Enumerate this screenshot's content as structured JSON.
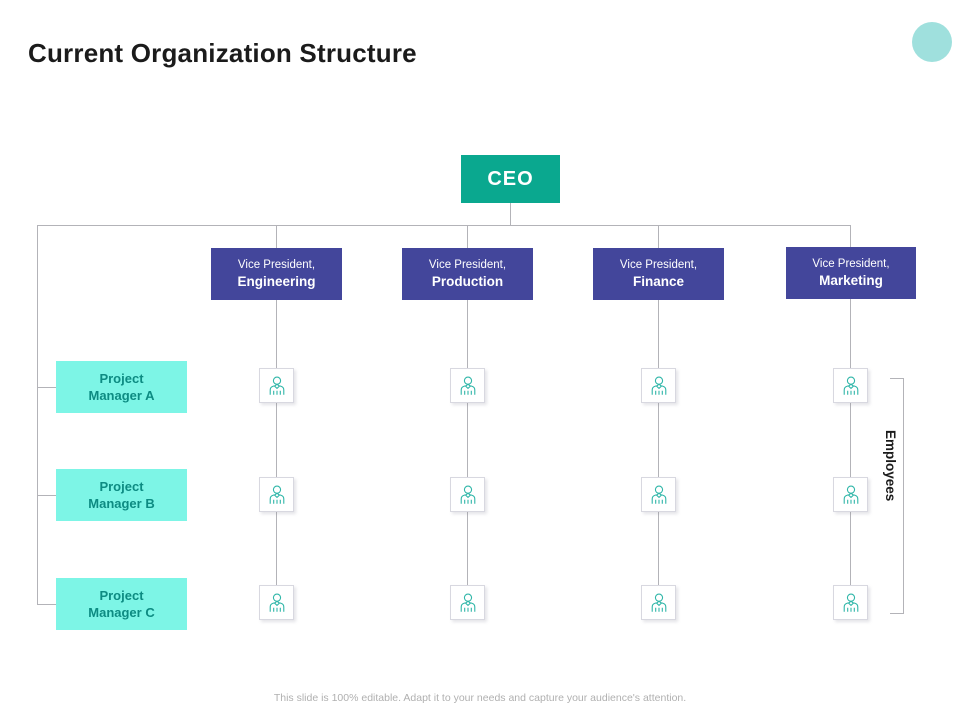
{
  "slide": {
    "title": "Current Organization Structure",
    "footer_note": "This slide is 100% editable. Adapt it to your needs and capture your audience's attention."
  },
  "colors": {
    "ceo_fill": "#0aa88f",
    "vp_fill": "#43469b",
    "pm_fill": "#7df5e6",
    "pm_text": "#0d8b82",
    "connector": "#b3b3b8",
    "decor_circle": "#9fe0dd",
    "icon_stroke": "#2fb6a8",
    "title_text": "#1b1b1b",
    "footer_text": "#b0b0b0"
  },
  "chart_data": {
    "type": "diagram",
    "title": "Current Organization Structure",
    "levels": [
      "CEO",
      "Vice Presidents",
      "Employees"
    ],
    "root": "CEO",
    "vp_departments": [
      "Engineering",
      "Production",
      "Finance",
      "Marketing"
    ],
    "project_managers": [
      "Project Manager A",
      "Project Manager B",
      "Project Manager C"
    ],
    "employee_rows": 3,
    "employee_columns": 4,
    "employees_total": 12
  },
  "org": {
    "ceo": {
      "label": "CEO"
    },
    "vps": [
      {
        "role": "Vice President,",
        "dept": "Engineering"
      },
      {
        "role": "Vice President,",
        "dept": "Production"
      },
      {
        "role": "Vice President,",
        "dept": "Finance"
      },
      {
        "role": "Vice President,",
        "dept": "Marketing"
      }
    ],
    "project_managers": [
      {
        "line1": "Project",
        "line2": "Manager A"
      },
      {
        "line1": "Project",
        "line2": "Manager B"
      },
      {
        "line1": "Project",
        "line2": "Manager C"
      }
    ],
    "employees_bracket_label": "Employees",
    "employee_icon": "employee-person-icon"
  }
}
